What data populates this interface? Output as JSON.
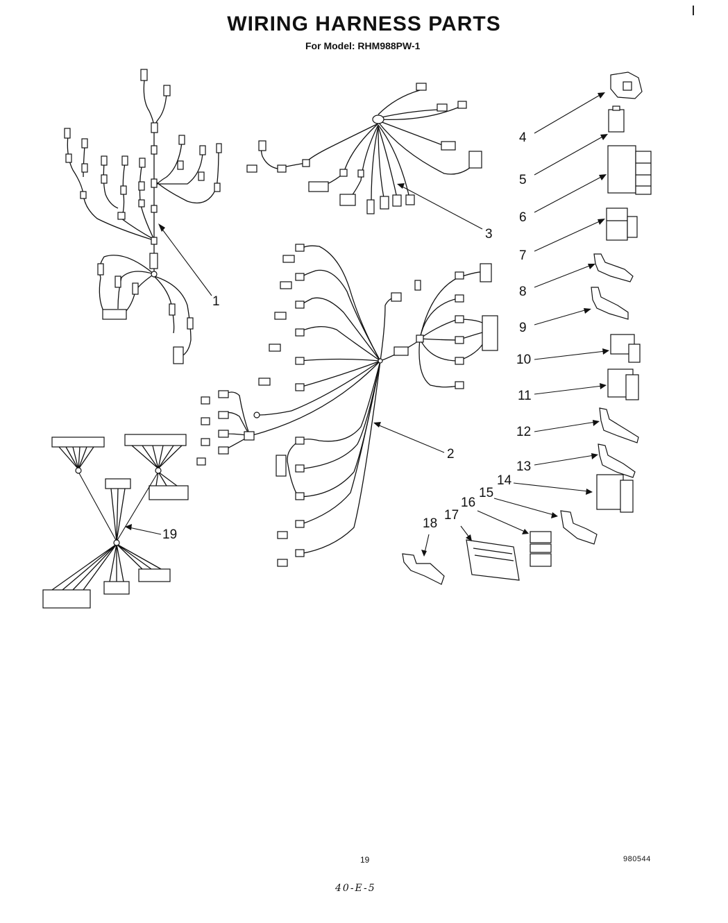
{
  "header": {
    "title": "WIRING HARNESS PARTS",
    "subtitle": "For Model: RHM988PW-1"
  },
  "footer": {
    "page_number": "19",
    "doc_code": "980544",
    "handwritten": "40-E-5"
  },
  "callouts": [
    "1",
    "2",
    "3",
    "4",
    "5",
    "6",
    "7",
    "8",
    "9",
    "10",
    "11",
    "12",
    "13",
    "14",
    "15",
    "16",
    "17",
    "18",
    "19"
  ]
}
